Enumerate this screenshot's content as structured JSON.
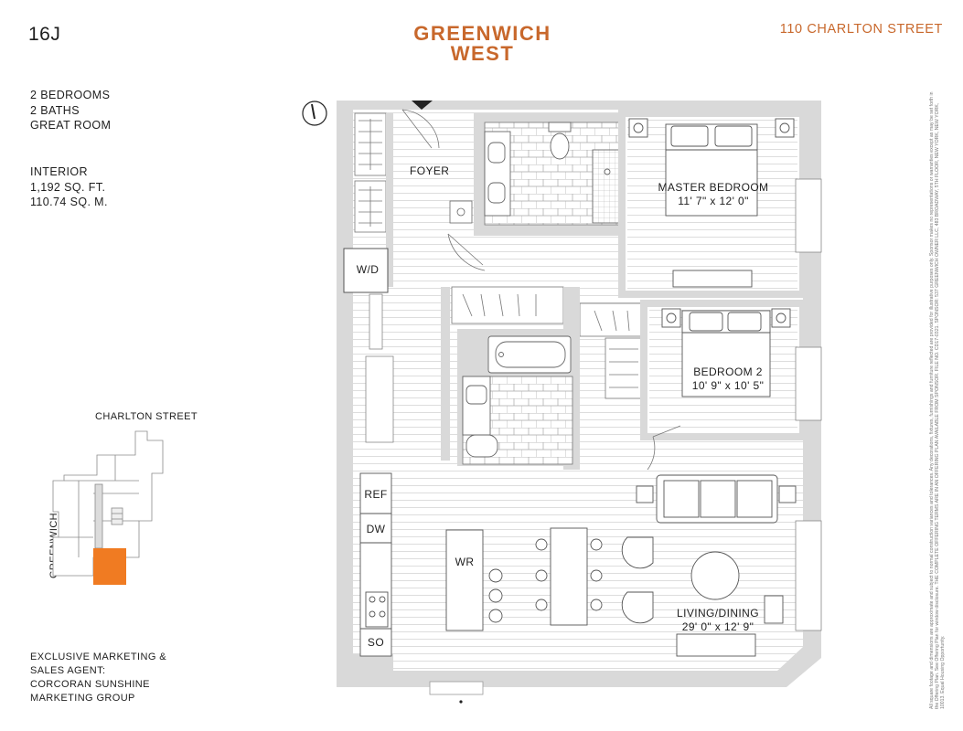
{
  "unit": "16J",
  "brand": {
    "line1": "GREENWICH",
    "line2": "WEST"
  },
  "address": "110 CHARLTON STREET",
  "layout_lines": [
    "2 BEDROOMS",
    "2 BATHS",
    "GREAT ROOM"
  ],
  "interior_lines": [
    "INTERIOR",
    "1,192 SQ. FT.",
    "110.74 SQ. M."
  ],
  "key_plan": {
    "top_street": "CHARLTON STREET",
    "side_street": "GREENWICH STREET",
    "highlight_color": "#f07b22"
  },
  "agent_lines": [
    "EXCLUSIVE MARKETING &",
    "SALES AGENT:",
    "CORCORAN SUNSHINE",
    "MARKETING GROUP"
  ],
  "rooms": {
    "foyer": "FOYER",
    "master_name": "MASTER BEDROOM",
    "master_dims": "11' 7\" x 12' 0\"",
    "bed2_name": "BEDROOM 2",
    "bed2_dims": "10' 9\" x 10' 5\"",
    "living_name": "LIVING/DINING",
    "living_dims": "29' 0\" x 12' 9\""
  },
  "appliances": {
    "wd": "W/D",
    "ref": "REF",
    "dw": "DW",
    "wr": "WR",
    "so": "SO"
  },
  "disclaimer": "All square footage and dimensions are approximate and subject to normal construction variances and tolerances. Any decorations, fixtures, furnishings and furniture reflected are provided for illustrative purposes only. Sponsor makes no representations or warranties except as may be set forth in the Offering Plan. See Offering Plan for window disclosure. THE COMPLETE OFFERING TERMS ARE IN AN OFFERING PLAN AVAILABLE FROM SPONSOR. FILE NO. CD17-0321. SPONSOR: 537 GREENWICH OWNER LLC, 483 BROADWAY, 5TH FLOOR, NEW YORK, NEW YORK, 10013. Equal Housing Opportunity.",
  "colors": {
    "accent": "#c8682c",
    "wall": "#d9d9d9",
    "floor_lines": "#c9c9c9"
  }
}
